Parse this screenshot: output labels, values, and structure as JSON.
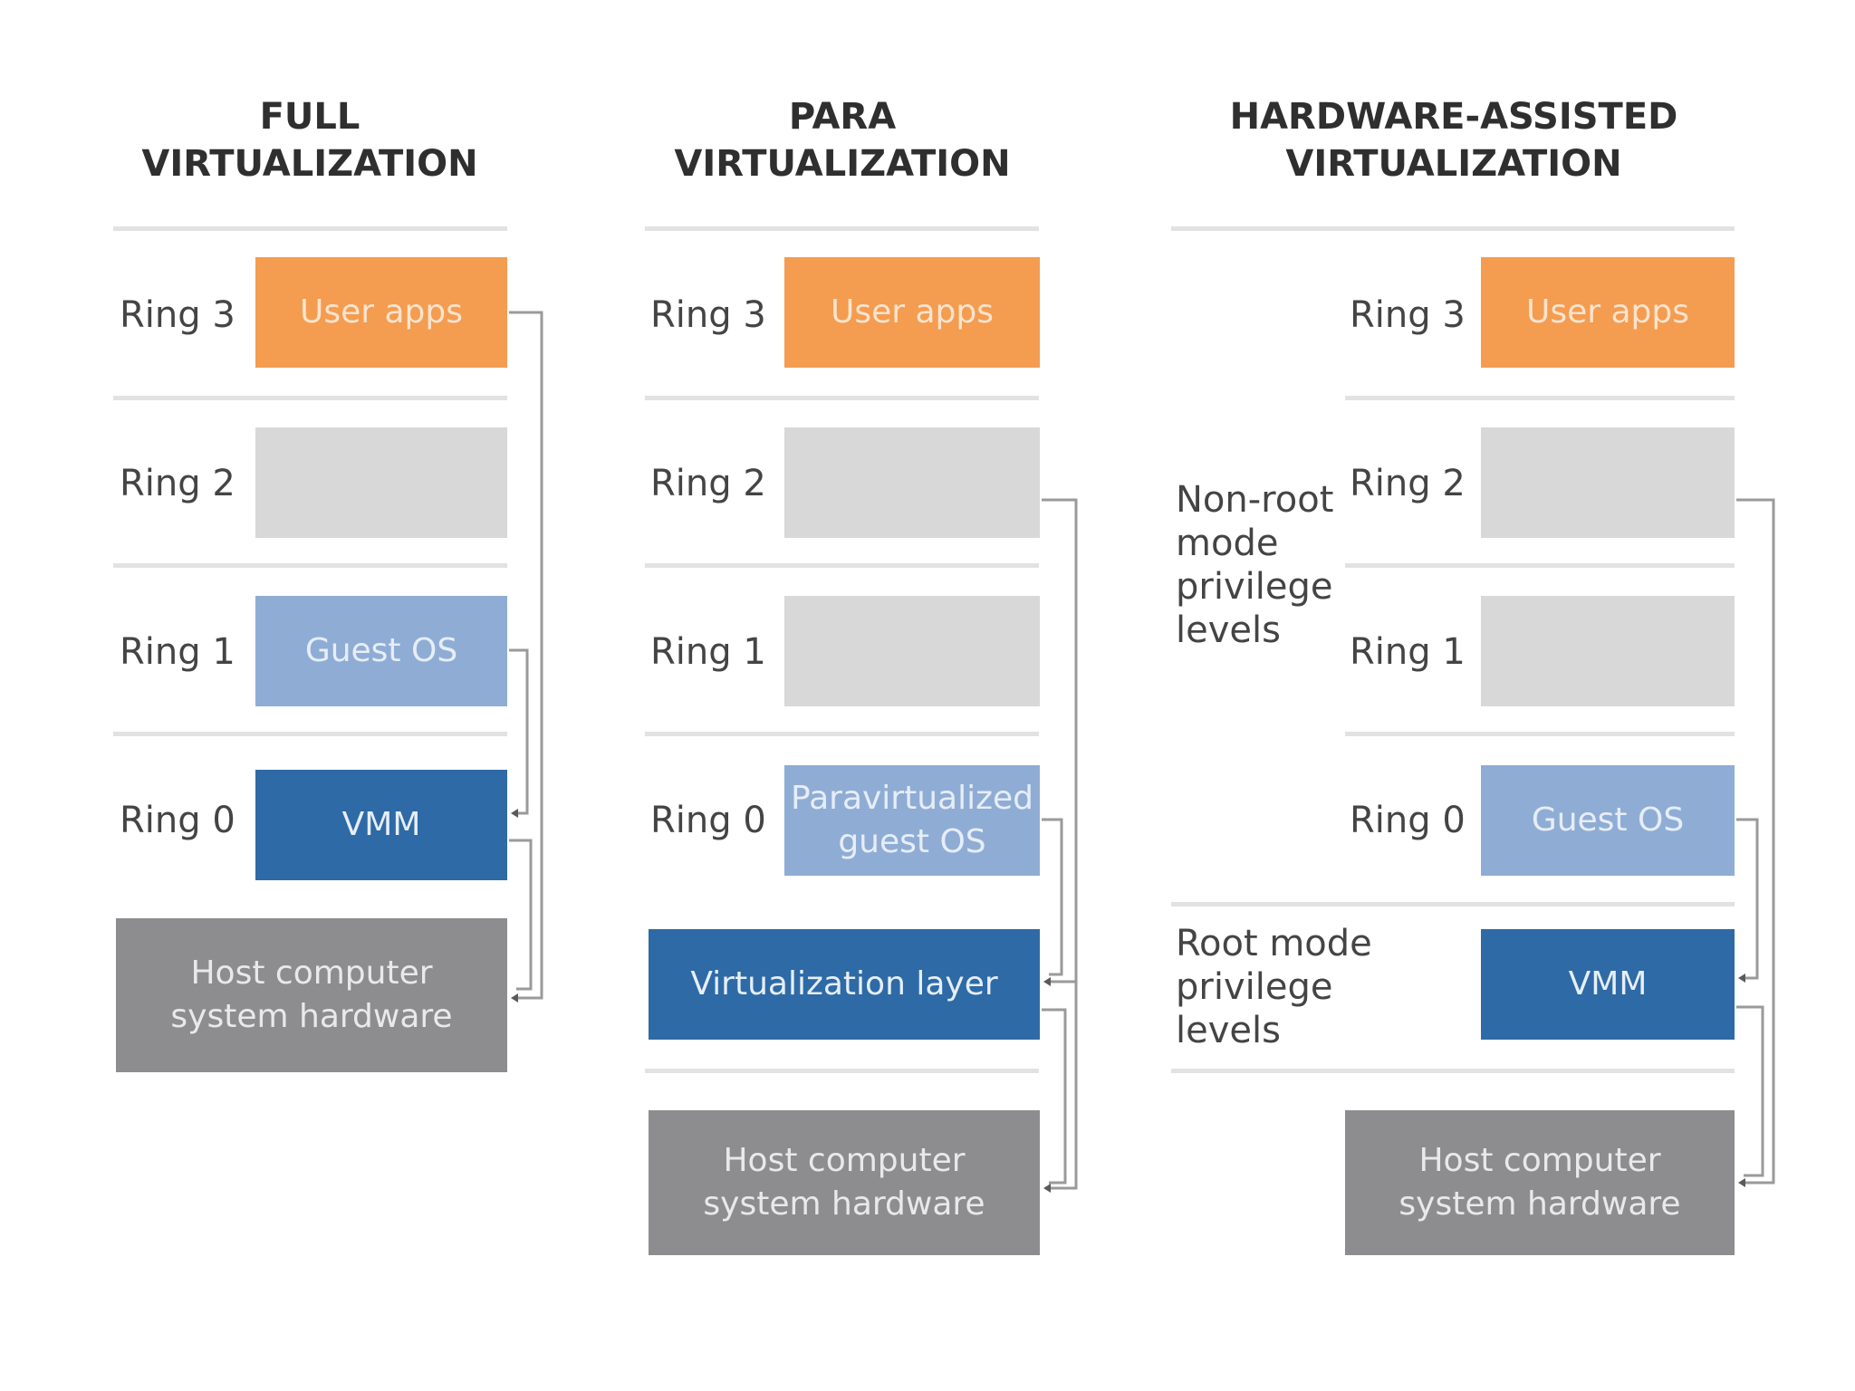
{
  "columns": [
    {
      "id": "full",
      "heading": [
        "FULL",
        "VIRTUALIZATION"
      ],
      "rings": [
        "Ring 3",
        "Ring 2",
        "Ring 1",
        "Ring 0"
      ],
      "boxes": {
        "ring3": "User apps",
        "ring2": "",
        "ring1": "Guest OS",
        "ring0": "VMM",
        "hardware": [
          "Host computer",
          "system hardware"
        ]
      }
    },
    {
      "id": "para",
      "heading": [
        "PARA",
        "VIRTUALIZATION"
      ],
      "rings": [
        "Ring 3",
        "Ring 2",
        "Ring 1",
        "Ring 0"
      ],
      "boxes": {
        "ring3": "User apps",
        "ring2": "",
        "ring1": "",
        "ring0": [
          "Paravirtualized",
          "guest OS"
        ],
        "layer": "Virtualization layer",
        "hardware": [
          "Host computer",
          "system hardware"
        ]
      }
    },
    {
      "id": "hw",
      "heading": [
        "HARDWARE-ASSISTED",
        "VIRTUALIZATION"
      ],
      "rings": [
        "Ring 3",
        "Ring 2",
        "Ring 1",
        "Ring 0"
      ],
      "boxes": {
        "ring3": "User apps",
        "ring2": "",
        "ring1": "",
        "ring0": "Guest OS",
        "vmm": "VMM",
        "hardware": [
          "Host computer",
          "system hardware"
        ]
      },
      "modes": {
        "nonroot": [
          "Non-root",
          "mode",
          "privilege",
          "levels"
        ],
        "root": [
          "Root mode",
          "privilege",
          "levels"
        ]
      }
    }
  ],
  "colors": {
    "user_apps": "#f49c50",
    "empty_ring": "#d8d8d8",
    "guest_os": "#8fadd4",
    "vmm": "#2e6aa6",
    "hardware": "#8d8d8f",
    "connector": "#9a9a9a"
  }
}
